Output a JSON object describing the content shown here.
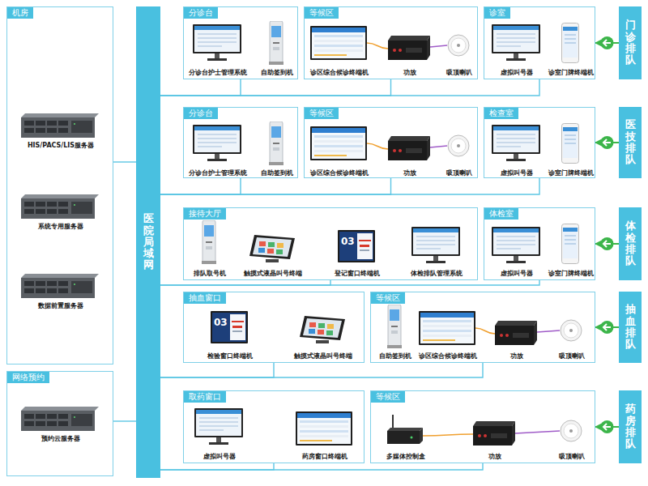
{
  "diagram": {
    "nodes": [
      {
        "text": [
          "机房",
          "HIS/PACS/LIS服务器",
          "系统专用服务器",
          "数据前置服务器"
        ]
      },
      {
        "text": [
          "网络预约",
          "预约云服务器"
        ]
      },
      {
        "text": [
          "医院局域网"
        ]
      },
      {
        "text": [
          "分诊台",
          "分诊台护士管理系统",
          "自助签到机"
        ]
      },
      {
        "text": [
          "等候区",
          "诊区综合候诊终端机",
          "功放",
          "吸顶喇叭"
        ]
      },
      {
        "text": [
          "诊室",
          "虚拟叫号器",
          "诊室门牌终端机"
        ]
      },
      {
        "text": [
          "门诊排队"
        ]
      },
      {
        "text": [
          "分诊台",
          "分诊台护士管理系统",
          "自助签到机"
        ]
      },
      {
        "text": [
          "等候区",
          "诊区综合候诊终端机",
          "功放",
          "吸顶喇叭"
        ]
      },
      {
        "text": [
          "检查室",
          "虚拟叫号器",
          "诊室门牌终端机"
        ]
      },
      {
        "text": [
          "医技排队"
        ]
      },
      {
        "text": [
          "接待大厅",
          "排队取号机",
          "触摸式液晶叫号终端",
          "登记窗口终端机",
          "体检排队管理系统"
        ]
      },
      {
        "text": [
          "体检室",
          "虚拟叫号器",
          "诊室门牌终端机"
        ]
      },
      {
        "text": [
          "体检排队"
        ]
      },
      {
        "text": [
          "抽血窗口",
          "检验窗口终端机",
          "触摸式液晶叫号终端"
        ]
      },
      {
        "text": [
          "等候区",
          "自助签到机",
          "诊区综合候诊终端机",
          "功放",
          "吸顶喇叭"
        ]
      },
      {
        "text": [
          "抽血排队"
        ]
      },
      {
        "text": [
          "取药窗口",
          "虚拟叫号器",
          "药房窗口终端机"
        ]
      },
      {
        "text": [
          "等候区",
          "多媒体控制盒",
          "功放",
          "吸顶喇叭"
        ]
      },
      {
        "text": [
          "药房排队"
        ]
      }
    ],
    "edges": [
      {
        "from": 0,
        "to": 2,
        "arrow": "none"
      },
      {
        "from": 1,
        "to": 2,
        "arrow": "none"
      },
      {
        "from": 2,
        "to": 3,
        "arrow": "none"
      },
      {
        "from": 2,
        "to": 4,
        "arrow": "none"
      },
      {
        "from": 2,
        "to": 5,
        "arrow": "none"
      },
      {
        "from": 2,
        "to": 7,
        "arrow": "none"
      },
      {
        "from": 2,
        "to": 8,
        "arrow": "none"
      },
      {
        "from": 2,
        "to": 9,
        "arrow": "none"
      },
      {
        "from": 2,
        "to": 11,
        "arrow": "none"
      },
      {
        "from": 2,
        "to": 12,
        "arrow": "none"
      },
      {
        "from": 2,
        "to": 14,
        "arrow": "none"
      },
      {
        "from": 2,
        "to": 15,
        "arrow": "none"
      },
      {
        "from": 2,
        "to": 17,
        "arrow": "none"
      },
      {
        "from": 2,
        "to": 18,
        "arrow": "none"
      },
      {
        "from": 6,
        "to": 5,
        "arrow": "to"
      },
      {
        "from": 10,
        "to": 9,
        "arrow": "to"
      },
      {
        "from": 13,
        "to": 12,
        "arrow": "to"
      },
      {
        "from": 16,
        "to": 15,
        "arrow": "to"
      },
      {
        "from": 19,
        "to": 18,
        "arrow": "to"
      }
    ],
    "labels": [
      "03",
      "03"
    ]
  }
}
